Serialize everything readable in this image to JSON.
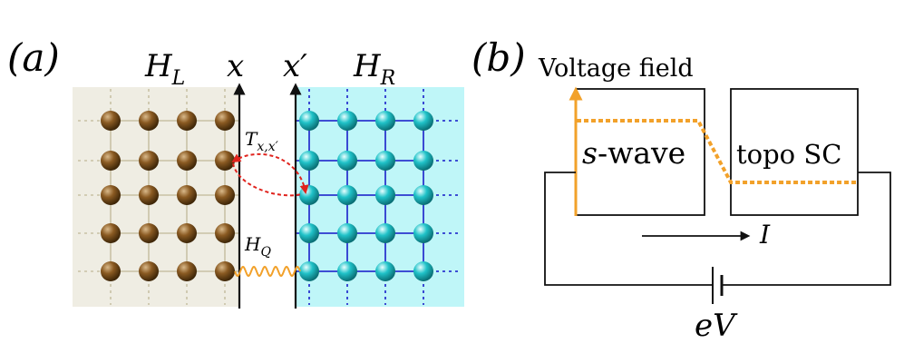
{
  "panel_a": {
    "label": "(a)",
    "left_region": {
      "name": "H",
      "sub": "L"
    },
    "right_region": {
      "name": "H",
      "sub": "R"
    },
    "axis_left": "x",
    "axis_right": "x′",
    "tunneling": {
      "name": "T",
      "sub": "x,x′"
    },
    "coupling": {
      "name": "H",
      "sub": "Q"
    },
    "colors": {
      "left_bg": "#efede3",
      "right_bg": "#bff6f8",
      "left_atom": "#7a4f1b",
      "right_atom": "#1cb7bd",
      "left_grid": "#c9c2a5",
      "right_grid": "#2b36cf",
      "tunnel_arrow": "#e0231d",
      "wavy": "#f2a12a"
    }
  },
  "panel_b": {
    "label": "(b)",
    "voltage_field_label": "Voltage field",
    "left_box_label_var": "s",
    "left_box_label_rest": "-wave",
    "right_box_label": "topo SC",
    "current_label": "I",
    "battery_label": "eV",
    "colors": {
      "voltage_profile": "#f2a12a",
      "circuit": "#111111"
    }
  }
}
